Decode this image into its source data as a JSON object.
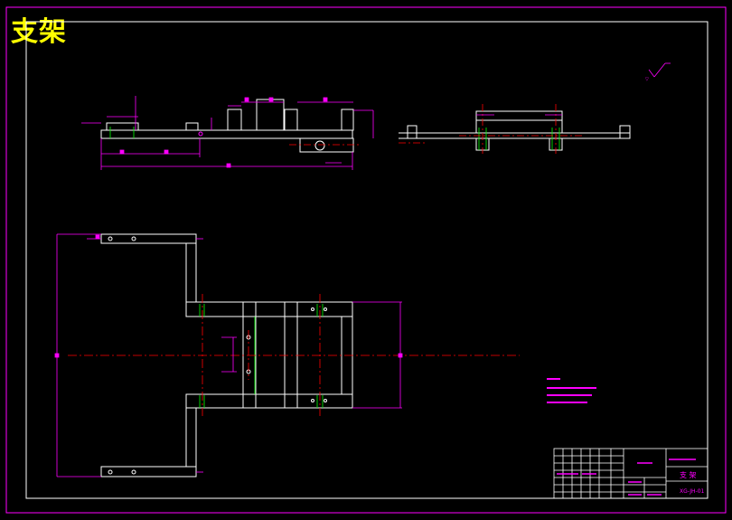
{
  "drawing": {
    "title": "支架",
    "colors": {
      "background": "#000000",
      "frame": "#ff00ff",
      "part_outline": "#ffffff",
      "centerline": "#ff0000",
      "hidden_fasteners": "#00ff00",
      "title_text": "#ffff00"
    },
    "title_block": {
      "part_name": "支  架",
      "drawing_no": "XG-JH-01"
    }
  }
}
